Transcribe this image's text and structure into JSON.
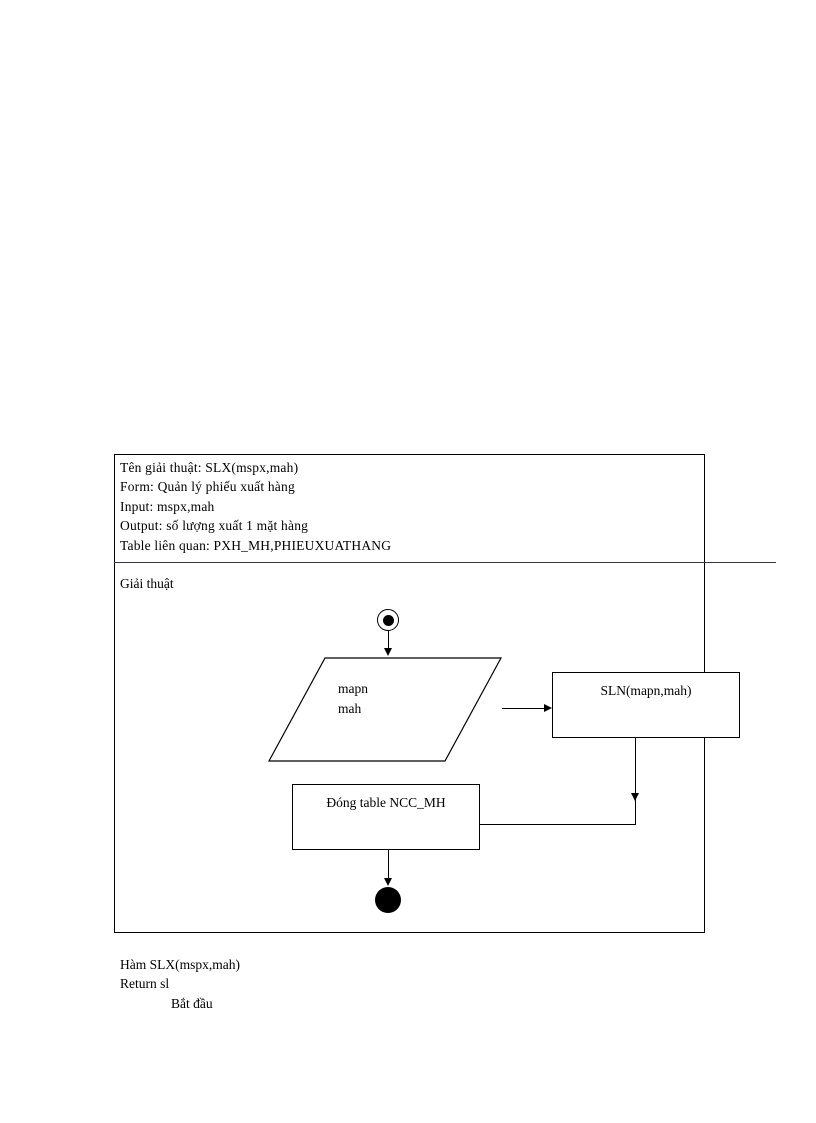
{
  "document": {
    "spec": {
      "lines": [
        "Tên giải thuật:  SLX(mspx,mah)",
        "Form:  Quản lý phiếu  xuất hàng",
        "Input:  mspx,mah",
        "Output:  số lượng  xuất 1 mặt hàng",
        "Table liên  quan:  PXH_MH,PHIEUXUATHANG"
      ]
    },
    "section_label": "Giải  thuật",
    "footer": {
      "lines": [
        "Hàm SLX(mspx,mah)",
        "Return  sl",
        "Bắt đầu"
      ]
    }
  },
  "flowchart": {
    "start_node": "start-node",
    "end_node": "end-node",
    "io_node": {
      "line1": "mapn",
      "line2": "mah"
    },
    "process_sln": "SLN(mapn,mah)",
    "process_dong": "Đóng table NCC_MH"
  },
  "colors": {
    "ink": "#000000",
    "divider": "#3a3340",
    "paper": "#ffffff"
  }
}
